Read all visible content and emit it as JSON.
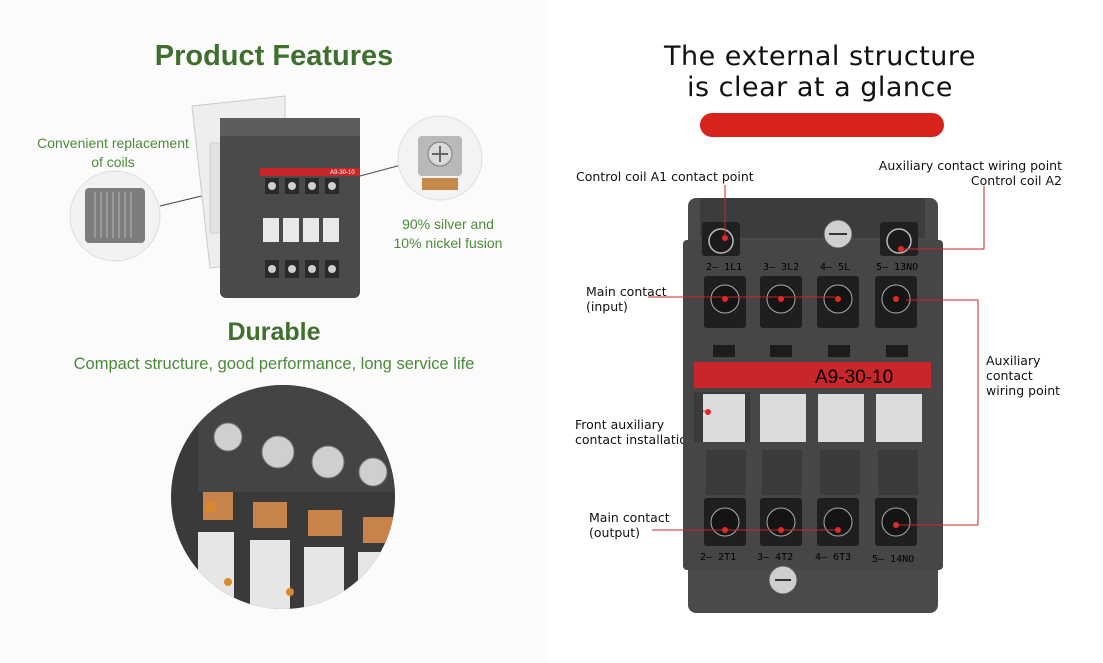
{
  "left": {
    "title": "Product Features",
    "coil_label_line1": "Convenient replacement",
    "coil_label_line2": "of coils",
    "silver_label_line1": "90% silver and",
    "silver_label_line2": "10% nickel fusion",
    "durable_title": "Durable",
    "durable_subtitle": "Compact structure, good performance, long service life",
    "product_label": "A9-30-10"
  },
  "right": {
    "title_line1": "The external structure",
    "title_line2": "is clear at a glance",
    "callouts": {
      "control_coil_a1": "Control coil A1 contact point",
      "aux_top_line1": "Auxiliary contact wiring point",
      "aux_top_line2": "Control coil A2",
      "main_input_line1": "Main contact",
      "main_input_line2": "(input)",
      "front_aux_line1": "Front auxiliary",
      "front_aux_line2": "contact installation",
      "main_output_line1": "Main contact",
      "main_output_line2": "(output)",
      "aux_right_line1": "Auxiliary",
      "aux_right_line2": "contact",
      "aux_right_line3": "wiring point"
    },
    "model": "A9-30-10",
    "top_terminals": [
      "2– 1L1",
      "3– 3L2",
      "4– 5L",
      "5– 13NO"
    ],
    "bottom_terminals": [
      "2– 2T1",
      "3– 4T2",
      "4– 6T3",
      "5– 14NO"
    ]
  },
  "colors": {
    "brand_red": "#d8231c",
    "green_title": "#3f6f2e",
    "green_text": "#4c8a3a",
    "body_gray": "#4a4a4c"
  }
}
